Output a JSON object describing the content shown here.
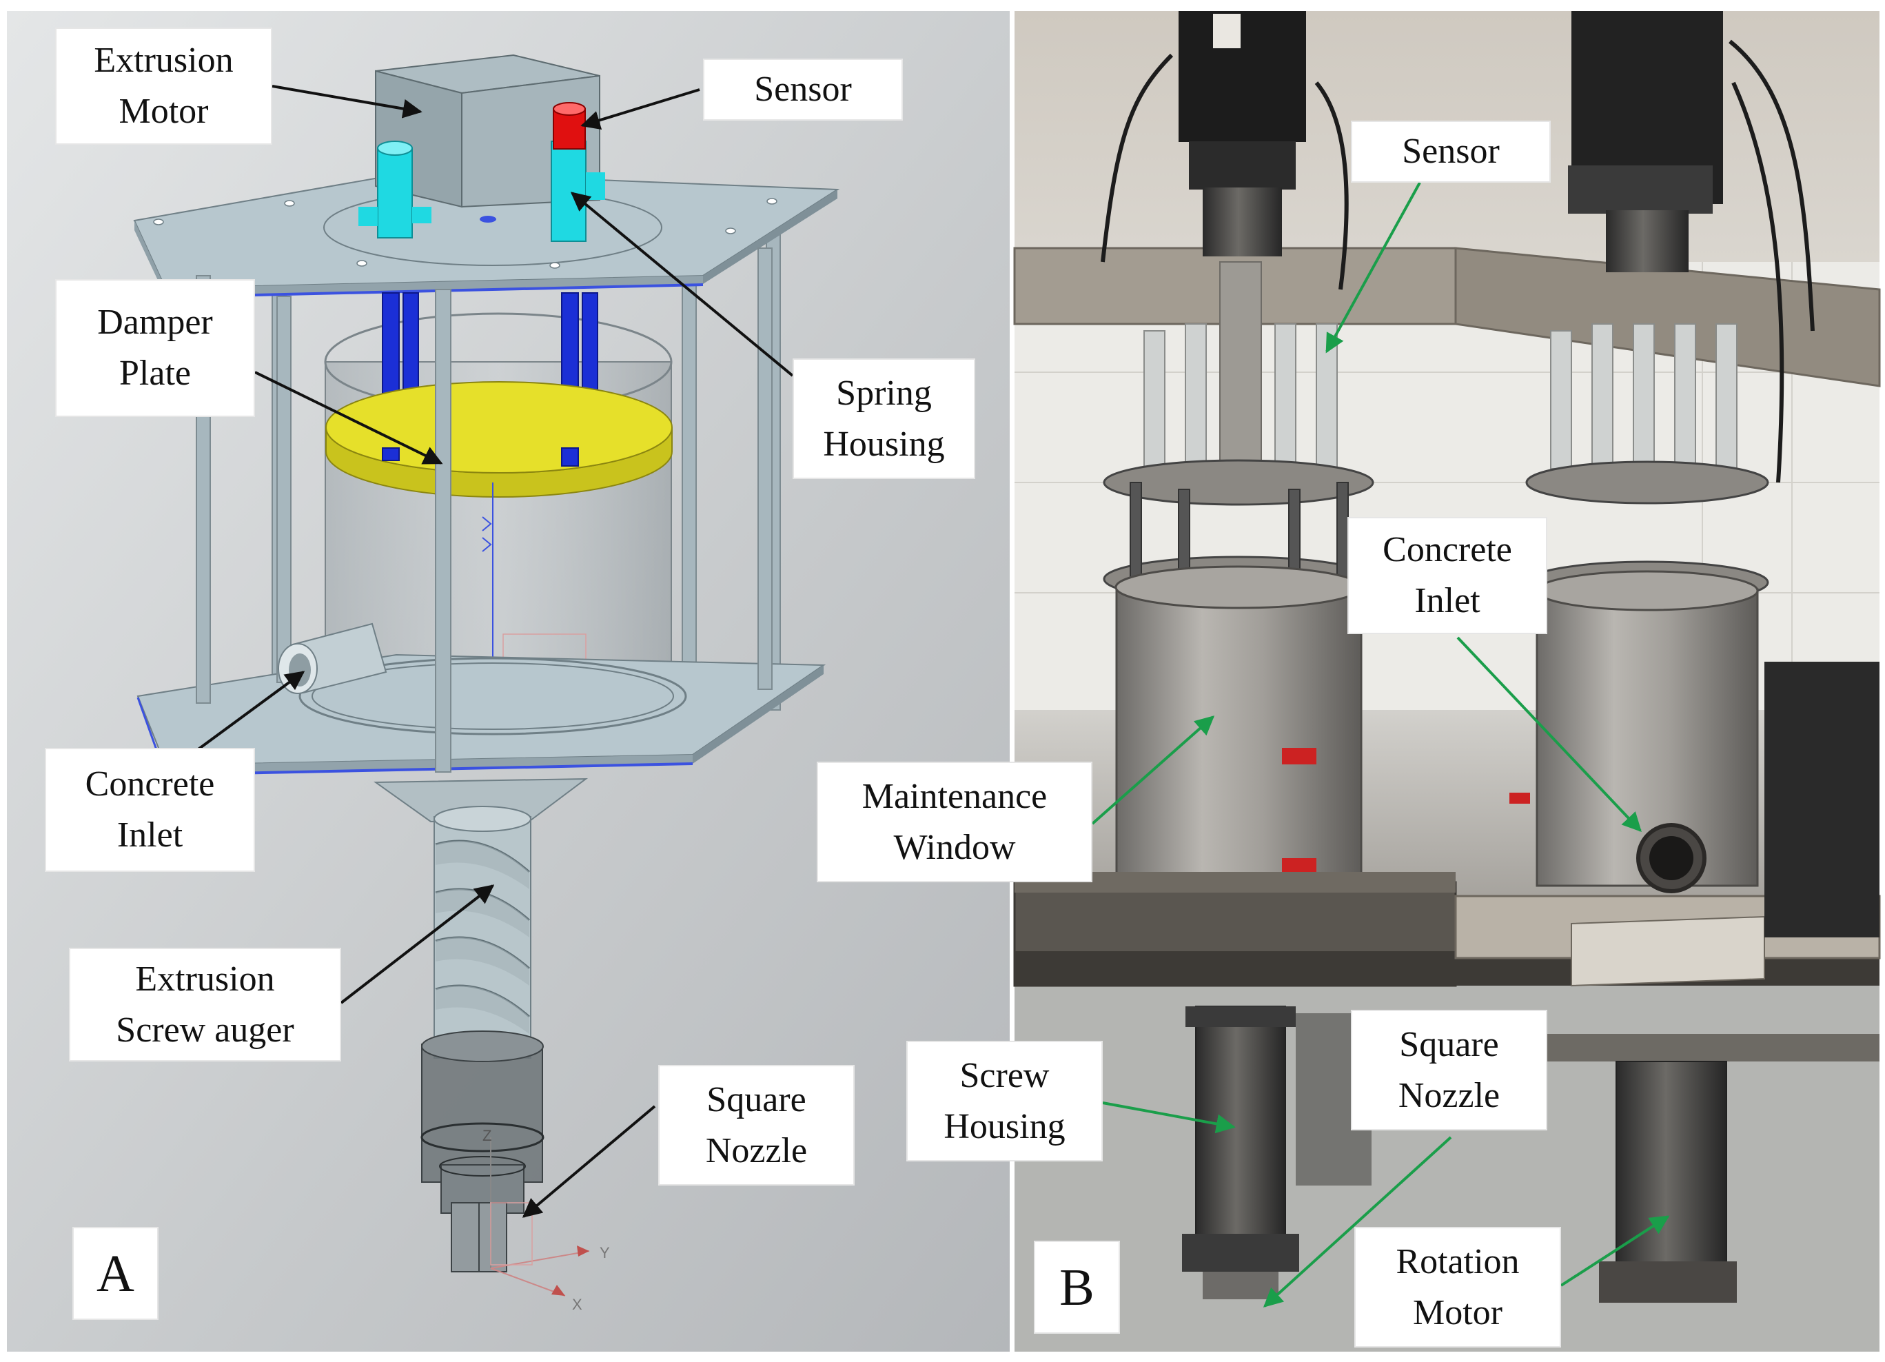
{
  "panel_a": {
    "letter": "A",
    "labels": {
      "extrusion_motor": [
        "Extrusion",
        "Motor"
      ],
      "sensor": "Sensor",
      "damper_plate": [
        "Damper",
        "Plate"
      ],
      "spring_housing": [
        "Spring",
        "Housing"
      ],
      "concrete_inlet": [
        "Concrete",
        "Inlet"
      ],
      "extrusion_screw_auger": [
        "Extrusion",
        "Screw auger"
      ],
      "square_nozzle": [
        "Square",
        "Nozzle"
      ]
    },
    "axis_labels": {
      "z": "Z",
      "y": "Y",
      "x": "X"
    }
  },
  "panel_b": {
    "letter": "B",
    "labels": {
      "sensor": "Sensor",
      "concrete_inlet": [
        "Concrete",
        "Inlet"
      ],
      "maintenance_window": [
        "Maintenance",
        "Window"
      ],
      "screw_housing": [
        "Screw",
        "Housing"
      ],
      "square_nozzle": [
        "Square",
        "Nozzle"
      ],
      "rotation_motor": [
        "Rotation",
        "Motor"
      ]
    }
  },
  "colors": {
    "cad_background": "#c9ccce",
    "steel": "#a9b9c1",
    "cyan_part": "#1fd9e2",
    "blue_rod": "#1b2fd6",
    "damper_yellow": "#e6e02a",
    "sensor_red": "#e01010",
    "leader_black": "#111111",
    "leader_green": "#1a9e4a"
  }
}
